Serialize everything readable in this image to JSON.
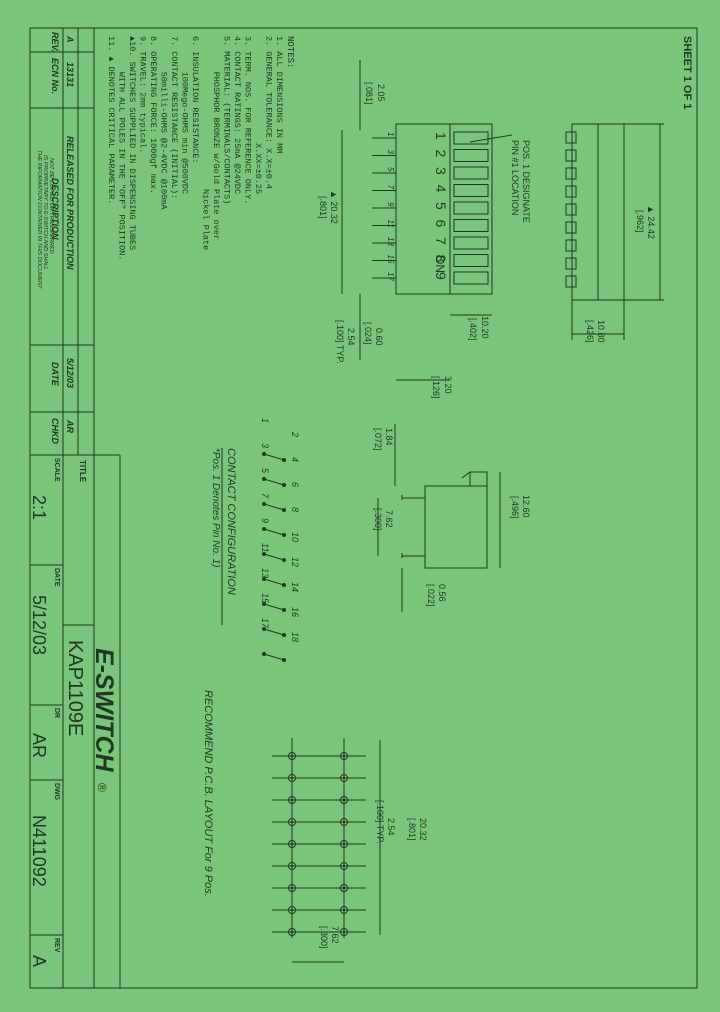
{
  "title_block": {
    "title_label": "TITLE",
    "title": "KAP1109E",
    "scale_label": "SCALE",
    "scale": "2:1",
    "date_label": "DATE",
    "date": "5/12/03",
    "dr_label": "DR",
    "drawn_by": "AR",
    "dwg_label": "DWG",
    "dwg_no": "N411092",
    "rev_label": "REV",
    "rev": "A",
    "logo_text": "E-SWITCH",
    "logo_mark": "®",
    "sheet": "SHEET 1 OF 1"
  },
  "revision_table": {
    "headers": [
      "REV.",
      "ECN No.",
      "DESCRIPTION",
      "DATE",
      "CHKD"
    ],
    "row": [
      "A",
      "13131",
      "RELEASED FOR PRODUCTION",
      "5/12/03",
      "AR"
    ],
    "disclaimer": [
      "THE INFORMATION CONTAINED IN THIS DOCUMENT",
      "IS PROPRIETARY TO E-SWITCH AND SHALL",
      "NOT BE COPIED OR TRANSFERRED"
    ]
  },
  "notes": {
    "heading": "NOTES:",
    "lines": [
      "1. ALL DIMENSIONS IN MM",
      "2. GENERAL TOLERANCE: X.X=±0.4",
      "                     X.XX=±0.25",
      "3. TERM. NOS. FOR REFERENCE ONLY.",
      "4. CONTACT RATINGS: 25mA @24VDC",
      "5. MATERIAL: (TERMINALS/CONTACTS)",
      "       PHOSPHOR BRONZE w/Gold Plate over",
      "                              Nickel Plate",
      "6. INSULATION RESISTANCE:",
      "       100Mego-OHMS min @500VDC",
      "7. CONTACT RESISTANCE (INITIAL):",
      "       50milli-OHMS @2-4VDC @100mA",
      "8. OPERATING FORCE: 1000gf max.",
      "9. TRAVEL: 2mm typical.",
      "▲10. SWITCHES SUPPLIED IN DISPENSING TUBES",
      "       WITH ALL POLES IN THE \"OFF\" POSITION.",
      "11. ▲ DENOTES CRITICAL PARAMETER."
    ]
  },
  "top_view": {
    "dim_overall": "▲ 24.42",
    "dim_overall_in": "[.962]",
    "dim_width": "10.80",
    "dim_width_in": "[.426]"
  },
  "front_view": {
    "pos_note_1": "POS. 1 DESIGNATE",
    "pos_note_2": "PIN #1 LOCATION",
    "switch_numbers": [
      "1",
      "2",
      "3",
      "4",
      "5",
      "6",
      "7",
      "8",
      "9"
    ],
    "on_label": "ON",
    "term_numbers": [
      "1",
      "3",
      "5",
      "7",
      "9",
      "11",
      "13",
      "15",
      "17"
    ],
    "dim_a": "2.05",
    "dim_a_in": "[.081]",
    "dim_b": "▲ 20.32",
    "dim_b_in": "[.801]",
    "dim_c": "10.20",
    "dim_c_in": "[.402]",
    "dim_d": "0.60",
    "dim_d_in": "[.024]",
    "dim_e": "2.54",
    "dim_e_in": "[.100] TYP.",
    "dim_f": "3.20",
    "dim_f_in": "[.126]"
  },
  "contact_config": {
    "even_pins": [
      "2",
      "4",
      "6",
      "8",
      "10",
      "12",
      "14",
      "16",
      "18"
    ],
    "odd_pins": [
      "1",
      "3",
      "5",
      "7",
      "9",
      "11",
      "13",
      "15",
      "17"
    ],
    "title": "CONTACT CONFIGURATION",
    "footnote": "*Pos. 1 Denotes Pin No. 1)"
  },
  "side_view": {
    "dim_height": "12.60",
    "dim_height_in": "[.496]",
    "dim_top": "1.84",
    "dim_top_in": "[.072]",
    "dim_row": "7.62",
    "dim_row_in": "[.300]",
    "dim_lead": "0.56",
    "dim_lead_in": "[.022]"
  },
  "pcb_layout": {
    "title": "RECOMMEND P.C.B. LAYOUT  For 9 Pos.",
    "dim_length": "20.32",
    "dim_length_in": "[.801]",
    "dim_pitch": "2.54",
    "dim_pitch_in": "[.100] TYP.",
    "dim_row": "7.62",
    "dim_row_in": "[.300]"
  },
  "colors": {
    "background": "#7bc47b",
    "ink": "#1e3a1e"
  }
}
